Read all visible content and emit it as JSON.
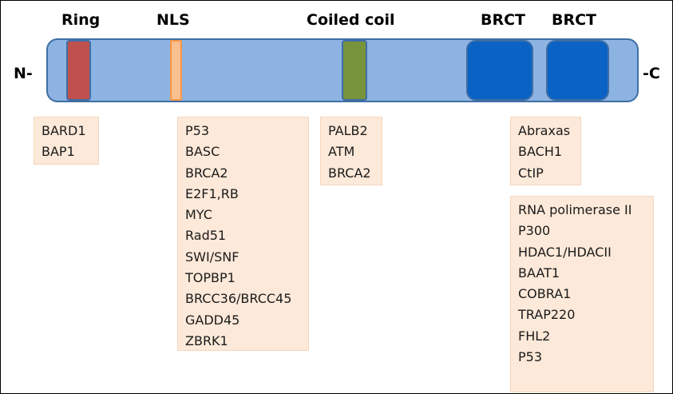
{
  "domains": {
    "ring": "Ring",
    "nls": "NLS",
    "coiled_coil": "Coiled coil",
    "brct1": "BRCT",
    "brct2": "BRCT"
  },
  "termini": {
    "n": "N-",
    "c": "-C"
  },
  "colors": {
    "protein_bar": "#8db3e2",
    "ring": "#c0504d",
    "nls": "#fac090",
    "coiled_coil": "#77933c",
    "brct": "#0a62c4",
    "interactor_box": "#fde9d9"
  },
  "interactors": {
    "ring": [
      "BARD1",
      "BAP1"
    ],
    "nls": [
      "P53",
      "BASC",
      "BRCA2",
      "E2F1,RB",
      "MYC",
      "Rad51",
      "SWI/SNF",
      "TOPBP1",
      "BRCC36/BRCC45",
      "GADD45",
      "ZBRK1"
    ],
    "coiled_coil": [
      "PALB2",
      "ATM",
      "BRCA2"
    ],
    "brct_upper": [
      "Abraxas",
      "BACH1",
      "CtIP"
    ],
    "brct_lower": [
      "RNA polimerase II",
      "P300",
      "HDAC1/HDACII",
      "BAAT1",
      "COBRA1",
      "TRAP220",
      "FHL2",
      "P53"
    ]
  }
}
